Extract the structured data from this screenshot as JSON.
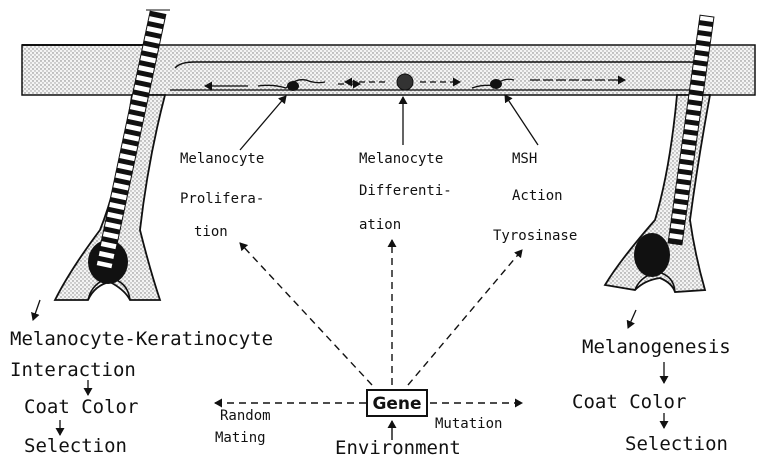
{
  "labels": {
    "melanocyte_proliferation": [
      "Melanocyte",
      "Prolifera-",
      "tion"
    ],
    "melanocyte_differentiation": [
      "Melanocyte",
      "Differenti-",
      "ation"
    ],
    "msh_action": [
      "MSH",
      "Action",
      "Tyrosinase"
    ],
    "left_chain": [
      "Melanocyte-Keratinocyte",
      "Interaction",
      "Coat Color",
      "Selection"
    ],
    "right_chain": [
      "Melanogenesis",
      "Coat Color",
      "Selection"
    ],
    "gene": "Gene",
    "random_mating": [
      "Random",
      "Mating"
    ],
    "mutation": "Mutation",
    "environment": "Environment"
  }
}
